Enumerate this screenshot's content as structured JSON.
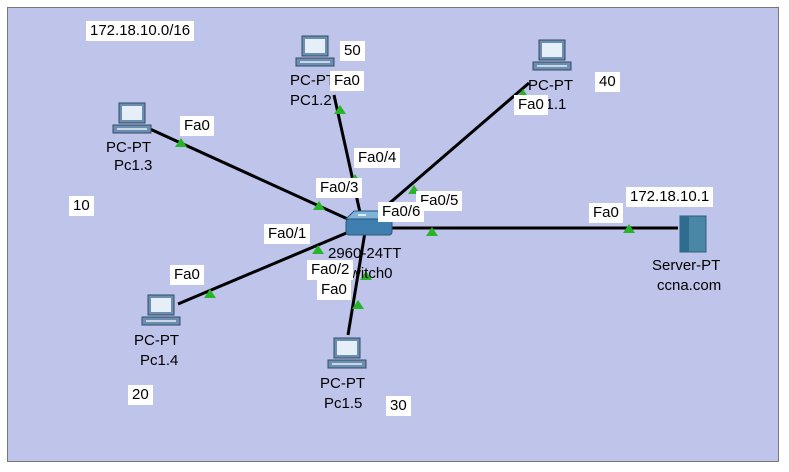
{
  "network": "172.18.10.0/16",
  "devices": {
    "pc13": {
      "type": "PC-PT",
      "name": "Pc1.3",
      "vlan": "10",
      "port": "Fa0",
      "switch_port": "Fa0/3"
    },
    "pc12": {
      "type": "PC-PT",
      "name": "PC1.2",
      "vlan": "50",
      "port": "Fa0",
      "switch_port": "Fa0/4"
    },
    "pc11": {
      "type": "PC-PT",
      "name": "Pc1.1",
      "vlan": "40",
      "port": "Fa0",
      "switch_port": "Fa0/5"
    },
    "pc14": {
      "type": "PC-PT",
      "name": "Pc1.4",
      "vlan": "20",
      "port": "Fa0",
      "switch_port": "Fa0/1"
    },
    "pc15": {
      "type": "PC-PT",
      "name": "Pc1.5",
      "vlan": "30",
      "port": "Fa0",
      "switch_port": "Fa0/2"
    },
    "server": {
      "type": "Server-PT",
      "name": "ccna.com",
      "ip": "172.18.10.1",
      "port": "Fa0",
      "switch_port": "Fa0/6"
    },
    "switch": {
      "model": "2960-24TT",
      "name": "Switch0"
    }
  },
  "colors": {
    "canvas": "#bfc4ea",
    "link": "#000000",
    "link_up": "#28b428",
    "pc_body": "#6b8fb3"
  }
}
